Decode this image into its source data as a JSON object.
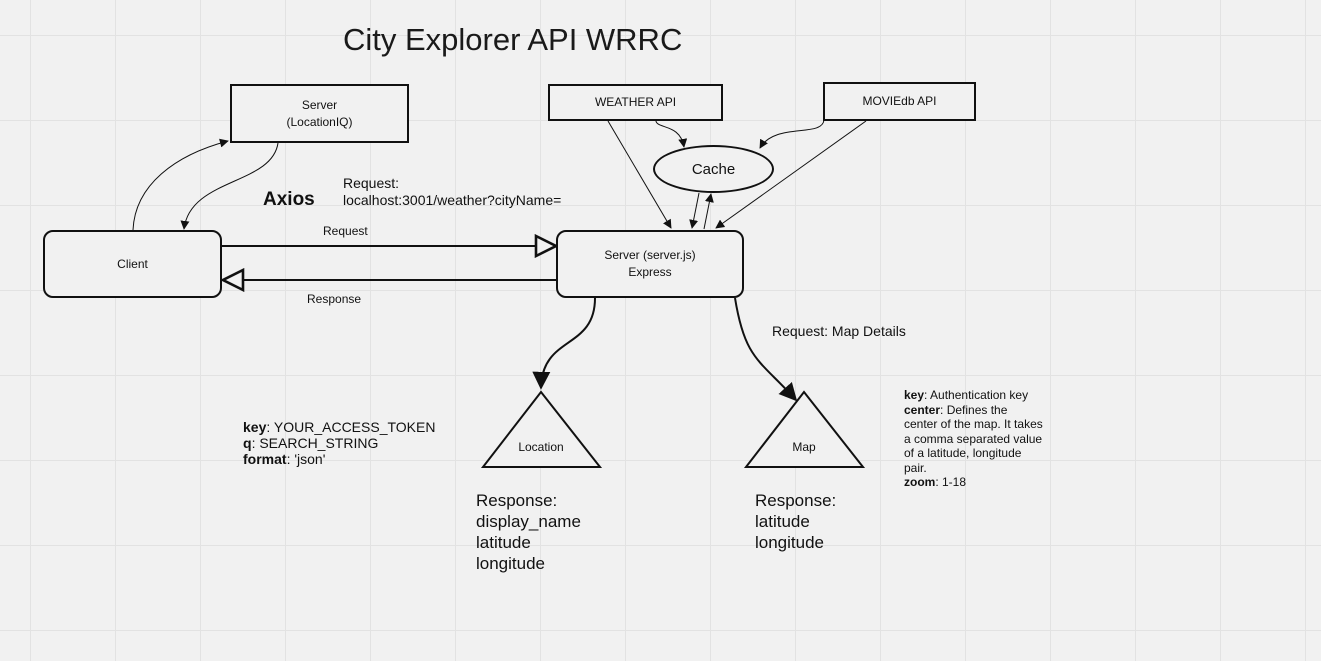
{
  "title": "City Explorer API WRRC",
  "nodes": {
    "server_locationiq": {
      "line1": "Server",
      "line2": "(LocationIQ)"
    },
    "client": {
      "label": "Client"
    },
    "server_express": {
      "line1": "Server (server.js)",
      "line2": "Express"
    },
    "weather_api": {
      "label": "WEATHER API"
    },
    "moviedb_api": {
      "label": "MOVIEdb API"
    },
    "cache": {
      "label": "Cache"
    },
    "location": {
      "label": "Location"
    },
    "map": {
      "label": "Map"
    }
  },
  "labels": {
    "axios": "Axios",
    "request_url_line1": "Request:",
    "request_url_line2": "localhost:3001/weather?cityName=",
    "request": "Request",
    "response": "Response",
    "map_request": "Request: Map Details"
  },
  "location_params": [
    {
      "key": "key",
      "value": ": YOUR_ACCESS_TOKEN"
    },
    {
      "key": "q",
      "value": ": SEARCH_STRING"
    },
    {
      "key": "format",
      "value": ": 'json'"
    }
  ],
  "location_response": [
    "Response:",
    "display_name",
    "latitude",
    "longitude"
  ],
  "map_response": [
    "Response:",
    "latitude",
    "longitude"
  ],
  "map_params": {
    "key_key": "key",
    "key_value": ": Authentication key",
    "center_key": "center",
    "center_value_line1": ": Defines the",
    "center_value_line2": "center of the map. It takes",
    "center_value_line3": "a comma separated value",
    "center_value_line4": "of a latitude, longitude",
    "center_value_line5": "pair.",
    "zoom_key": "zoom",
    "zoom_value": ": 1-18"
  }
}
